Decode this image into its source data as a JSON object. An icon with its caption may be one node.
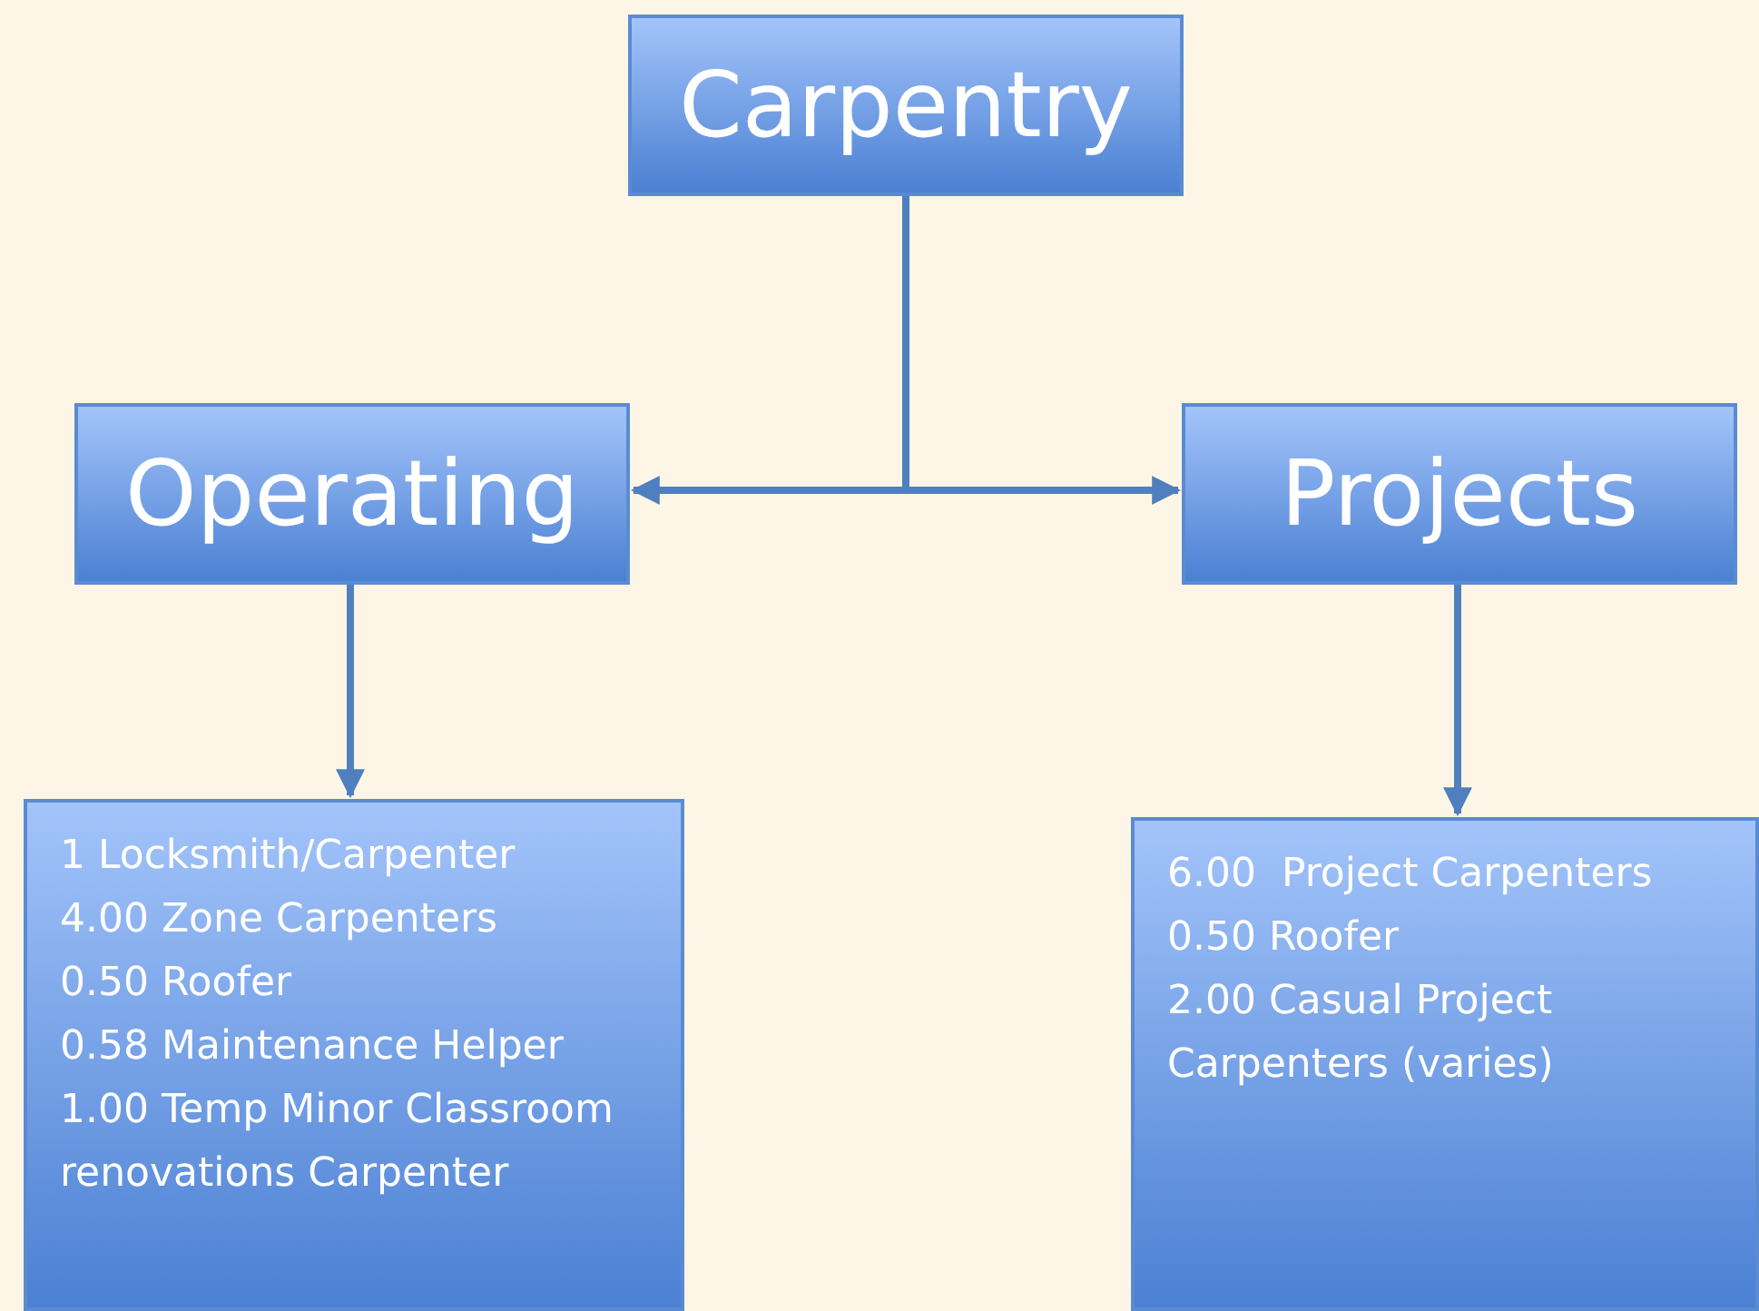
{
  "diagram": {
    "nodes": [
      {
        "text": [
          "Carpentry"
        ]
      },
      {
        "text": [
          "Operating"
        ]
      },
      {
        "text": [
          "Projects"
        ]
      },
      {
        "text": [
          "1 Locksmith/Carpenter",
          "4.00 Zone Carpenters",
          "0.50 Roofer",
          "0.58 Maintenance Helper",
          "1.00 Temp Minor Classroom renovations Carpenter"
        ]
      },
      {
        "text": [
          "6.00  Project Carpenters",
          "0.50 Roofer",
          "2.00 Casual Project Carpenters (varies)"
        ]
      }
    ],
    "edges": [
      {
        "from": 0,
        "to": 1,
        "arrow": "to"
      },
      {
        "from": 0,
        "to": 2,
        "arrow": "to"
      },
      {
        "from": 1,
        "to": 3,
        "arrow": "to"
      },
      {
        "from": 2,
        "to": 4,
        "arrow": "to"
      }
    ]
  }
}
